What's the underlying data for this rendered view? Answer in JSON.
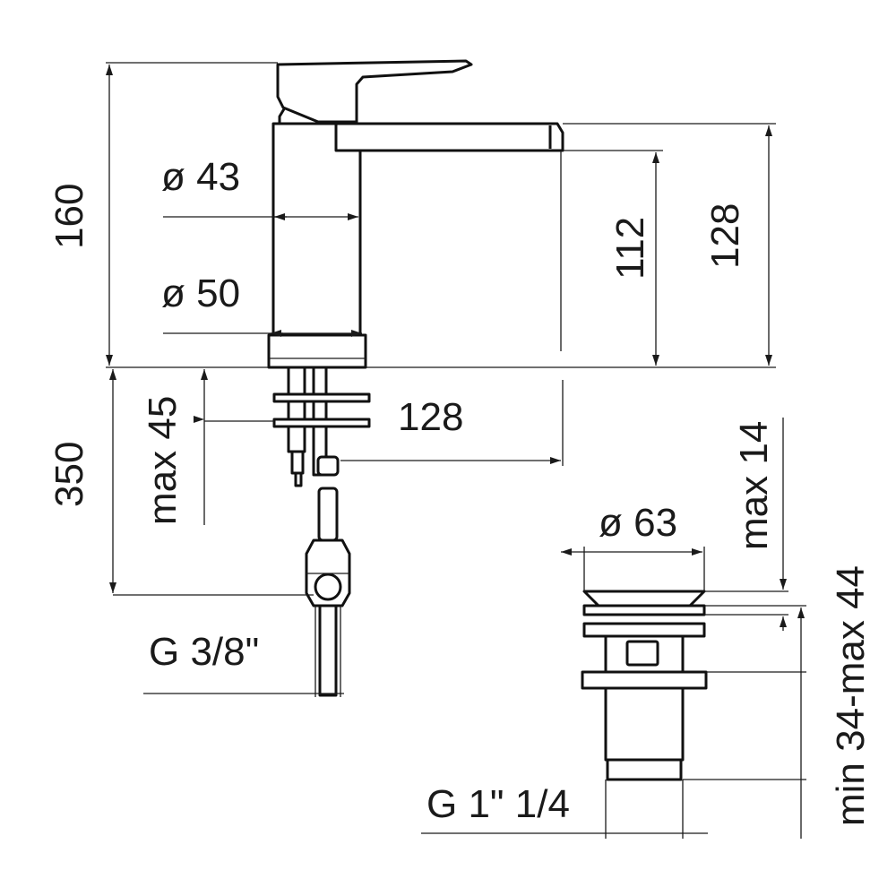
{
  "diagram": {
    "dimensions": {
      "overall_height": "160",
      "body_diameter": "ø 43",
      "base_diameter": "ø 50",
      "spout_clearance": "112",
      "spout_top_height": "128",
      "max_deck_thickness": "max 45",
      "total_length_below": "350",
      "spout_reach": "128",
      "supply_thread": "G 3/8\"",
      "waste_flange_diameter": "ø 63",
      "waste_max_cap": "max 14",
      "waste_range": "min 34-max 44",
      "waste_thread": "G 1\" 1/4"
    }
  }
}
